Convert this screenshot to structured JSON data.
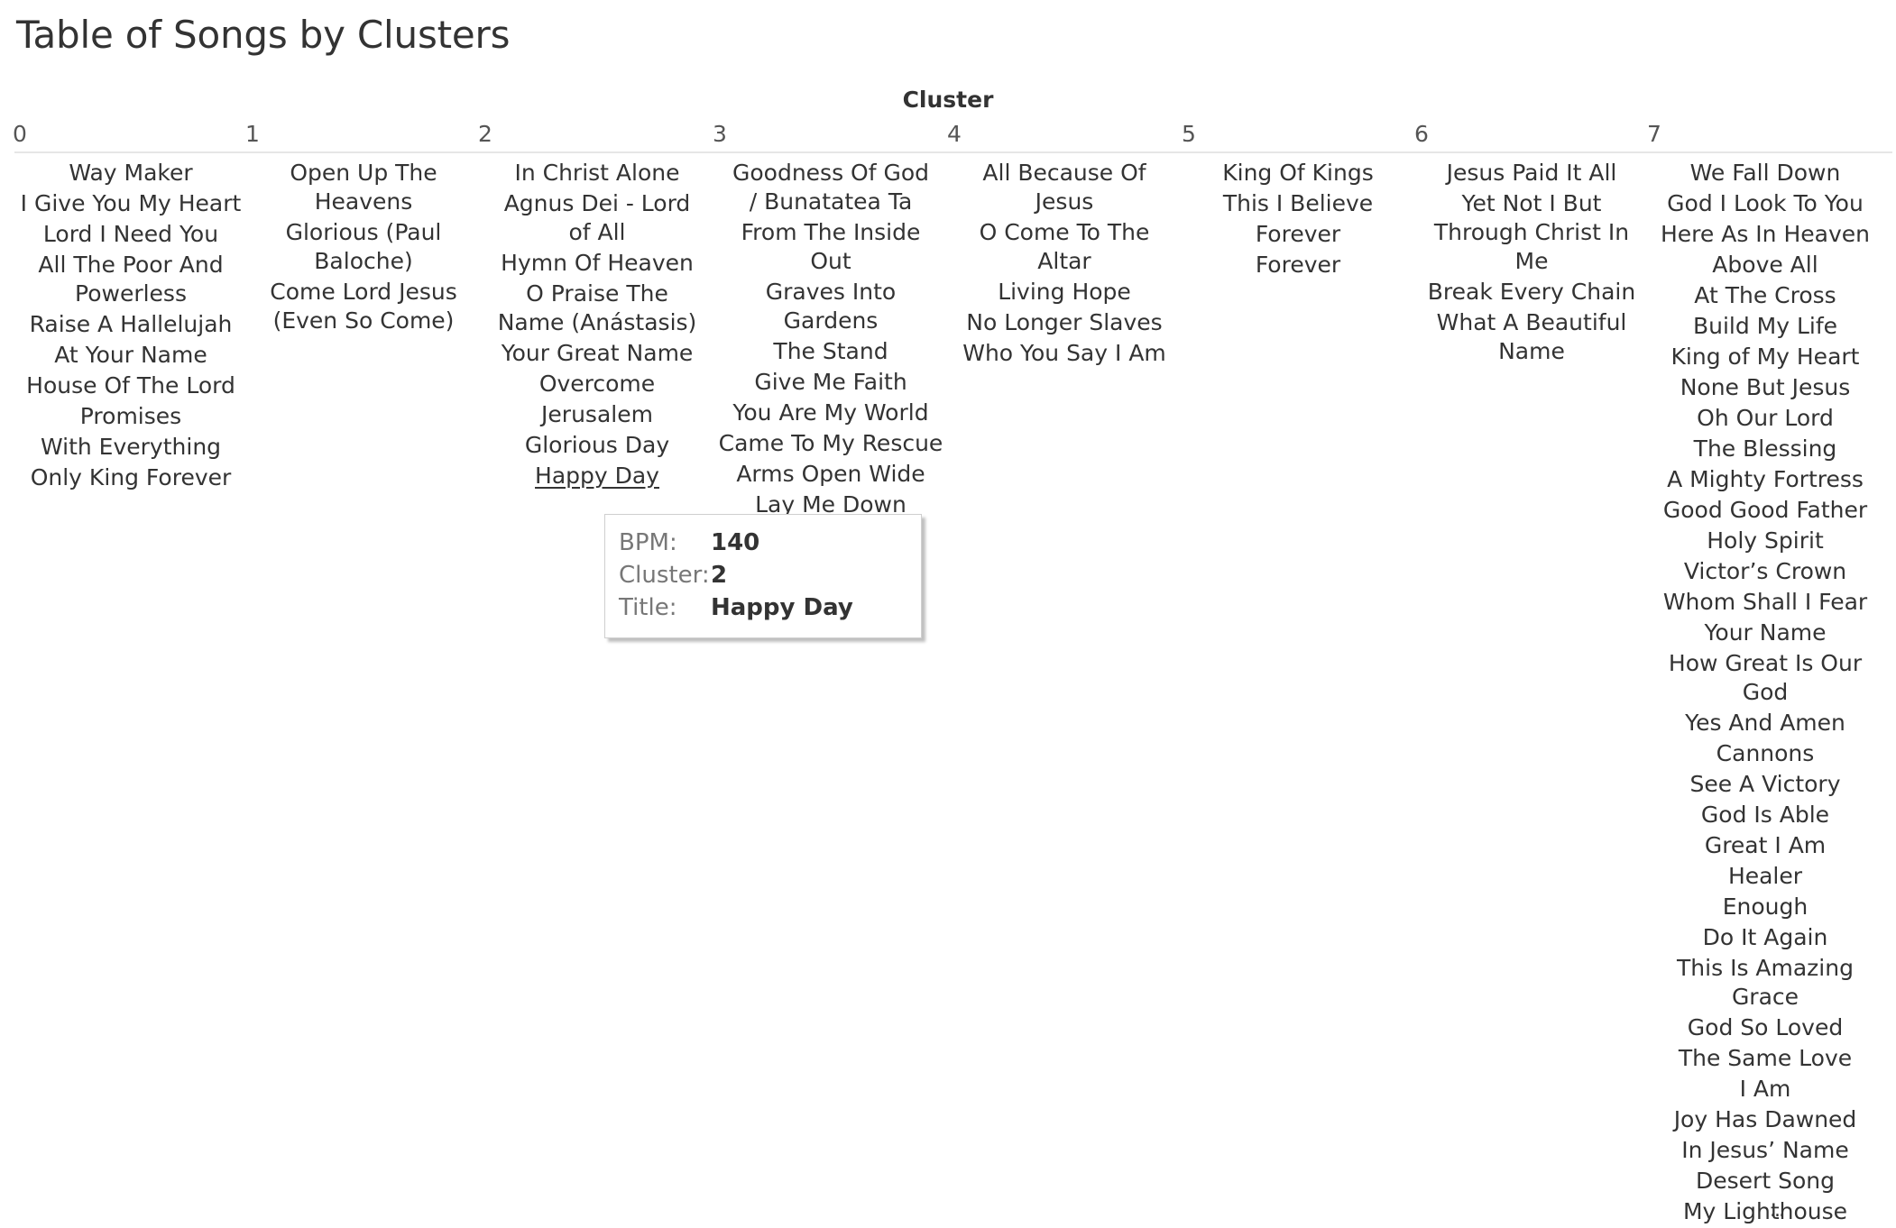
{
  "title": "Table of Songs by Clusters",
  "chart_data": {
    "type": "table",
    "column_header": "Cluster",
    "columns": [
      {
        "cluster": "0",
        "songs": [
          "Way Maker",
          "I Give You My Heart",
          "Lord I Need You",
          "All The Poor And Powerless",
          "Raise A Hallelujah",
          "At Your Name",
          "House Of The Lord",
          "Promises",
          "With Everything",
          "Only King Forever"
        ]
      },
      {
        "cluster": "1",
        "songs": [
          "Open Up The Heavens",
          "Glorious (Paul Baloche)",
          "Come Lord Jesus (Even So Come)"
        ]
      },
      {
        "cluster": "2",
        "songs": [
          "In Christ Alone",
          "Agnus Dei - Lord of All",
          "Hymn Of Heaven",
          "O Praise The Name (Anástasis)",
          "Your Great Name",
          "Overcome",
          "Jerusalem",
          "Glorious Day",
          "Happy Day"
        ]
      },
      {
        "cluster": "3",
        "songs": [
          "Goodness Of God / Bunatatea Ta",
          "From The Inside Out",
          "Graves Into Gardens",
          "The Stand",
          "Give Me Faith",
          "You Are My World",
          "Came To My Rescue",
          "Arms Open Wide",
          "Lay Me Down"
        ]
      },
      {
        "cluster": "4",
        "songs": [
          "All Because Of Jesus",
          "O Come To The Altar",
          "Living Hope",
          "No Longer Slaves",
          "Who You Say I Am"
        ]
      },
      {
        "cluster": "5",
        "songs": [
          "King Of Kings",
          "This I Believe",
          "Forever",
          "Forever"
        ]
      },
      {
        "cluster": "6",
        "songs": [
          "Jesus Paid It All",
          "Yet Not I But Through Christ In Me",
          "Break Every Chain",
          "What A Beautiful Name"
        ]
      },
      {
        "cluster": "7",
        "songs": [
          "We Fall Down",
          "God I Look To You",
          "Here As In Heaven",
          "Above All",
          "At The Cross",
          "Build My Life",
          "King of My Heart",
          "None But Jesus",
          "Oh Our Lord",
          "The Blessing",
          "A Mighty Fortress",
          "Good Good Father",
          "Holy Spirit",
          "Victor’s Crown",
          "Whom Shall I Fear",
          "Your Name",
          "How Great Is Our God",
          "Yes And Amen",
          "Cannons",
          "See A Victory",
          "God Is Able",
          "Great I Am",
          "Healer",
          "Enough",
          "Do It Again",
          "This Is Amazing Grace",
          "God So Loved",
          "The Same Love",
          "I Am",
          "Joy Has Dawned",
          "In Jesus’ Name",
          "Desert Song",
          "My Lighthouse"
        ]
      }
    ],
    "highlighted": {
      "cluster": "2",
      "song": "Happy Day"
    }
  },
  "tooltip": {
    "rows": [
      {
        "key": "BPM:",
        "value": "140"
      },
      {
        "key": "Cluster:",
        "value": "2"
      },
      {
        "key": "Title:",
        "value": "Happy Day"
      }
    ]
  },
  "more_indicator": "..."
}
